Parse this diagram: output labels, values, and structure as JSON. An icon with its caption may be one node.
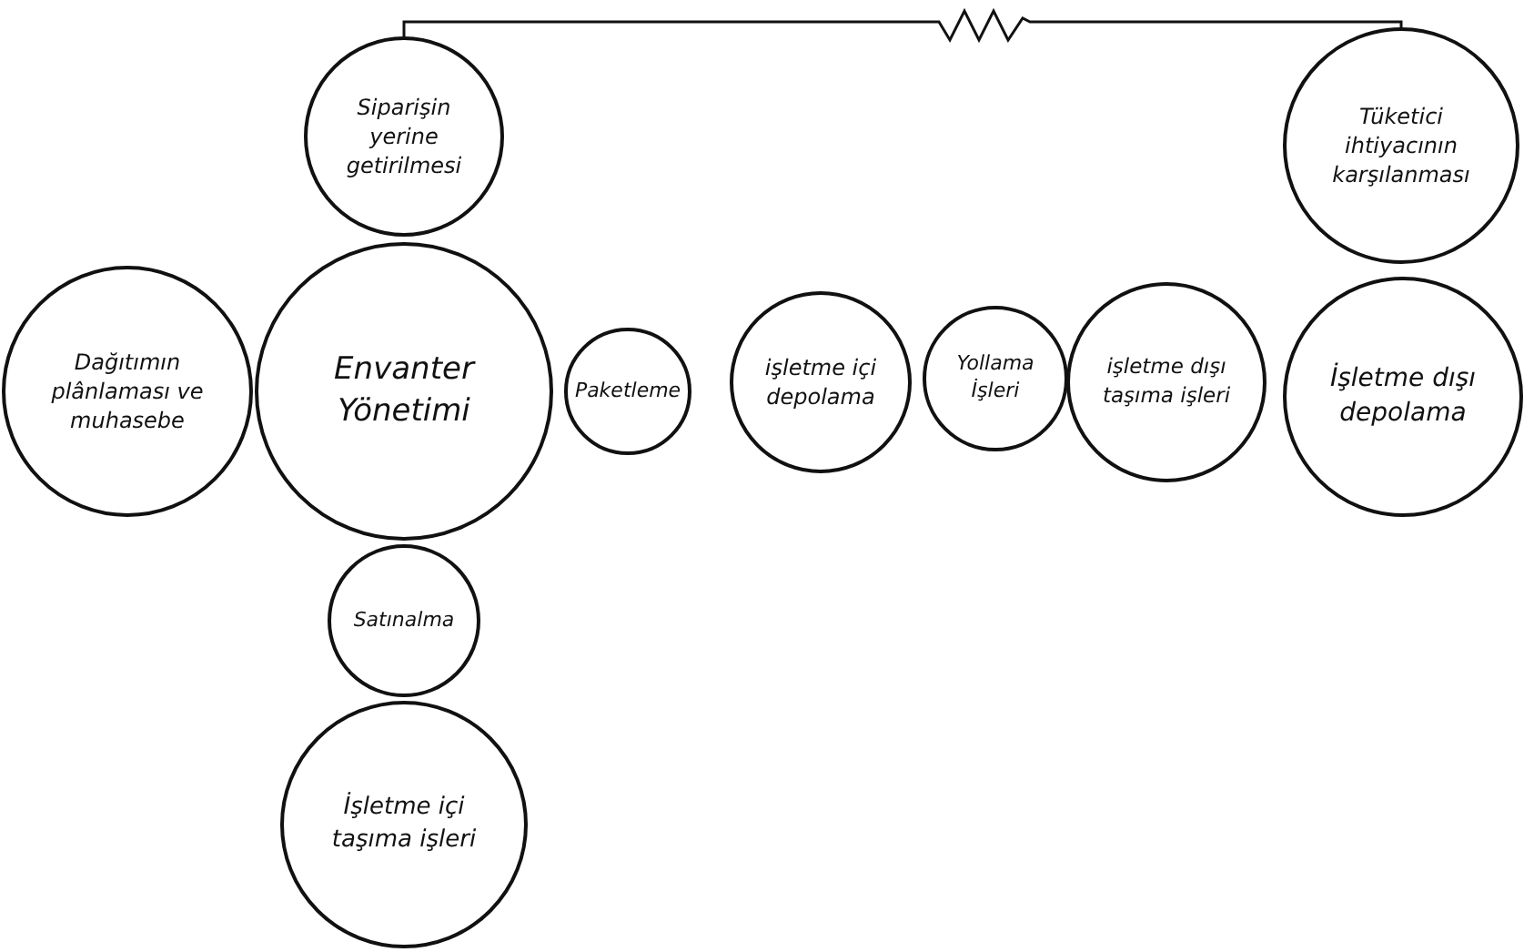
{
  "diagram": {
    "nodes": [
      {
        "text": [
          "Siparişin yerine getirilmesi"
        ]
      },
      {
        "text": [
          "Tüketici ihtiyacının karşılanması"
        ]
      },
      {
        "text": [
          "Dağıtımın plânlaması ve muhasebe"
        ]
      },
      {
        "text": [
          "Envanter Yönetimi"
        ]
      },
      {
        "text": [
          "Paketleme"
        ]
      },
      {
        "text": [
          "işletme içi depolama"
        ]
      },
      {
        "text": [
          "Yollama İşleri"
        ]
      },
      {
        "text": [
          "işletme dışı taşıma işleri"
        ]
      },
      {
        "text": [
          "İşletme dışı depolama"
        ]
      },
      {
        "text": [
          "Satınalma"
        ]
      },
      {
        "text": [
          "İşletme içi taşıma işleri"
        ]
      }
    ],
    "edges": [
      {
        "from": 0,
        "to": 1,
        "arrow": "none"
      }
    ]
  }
}
